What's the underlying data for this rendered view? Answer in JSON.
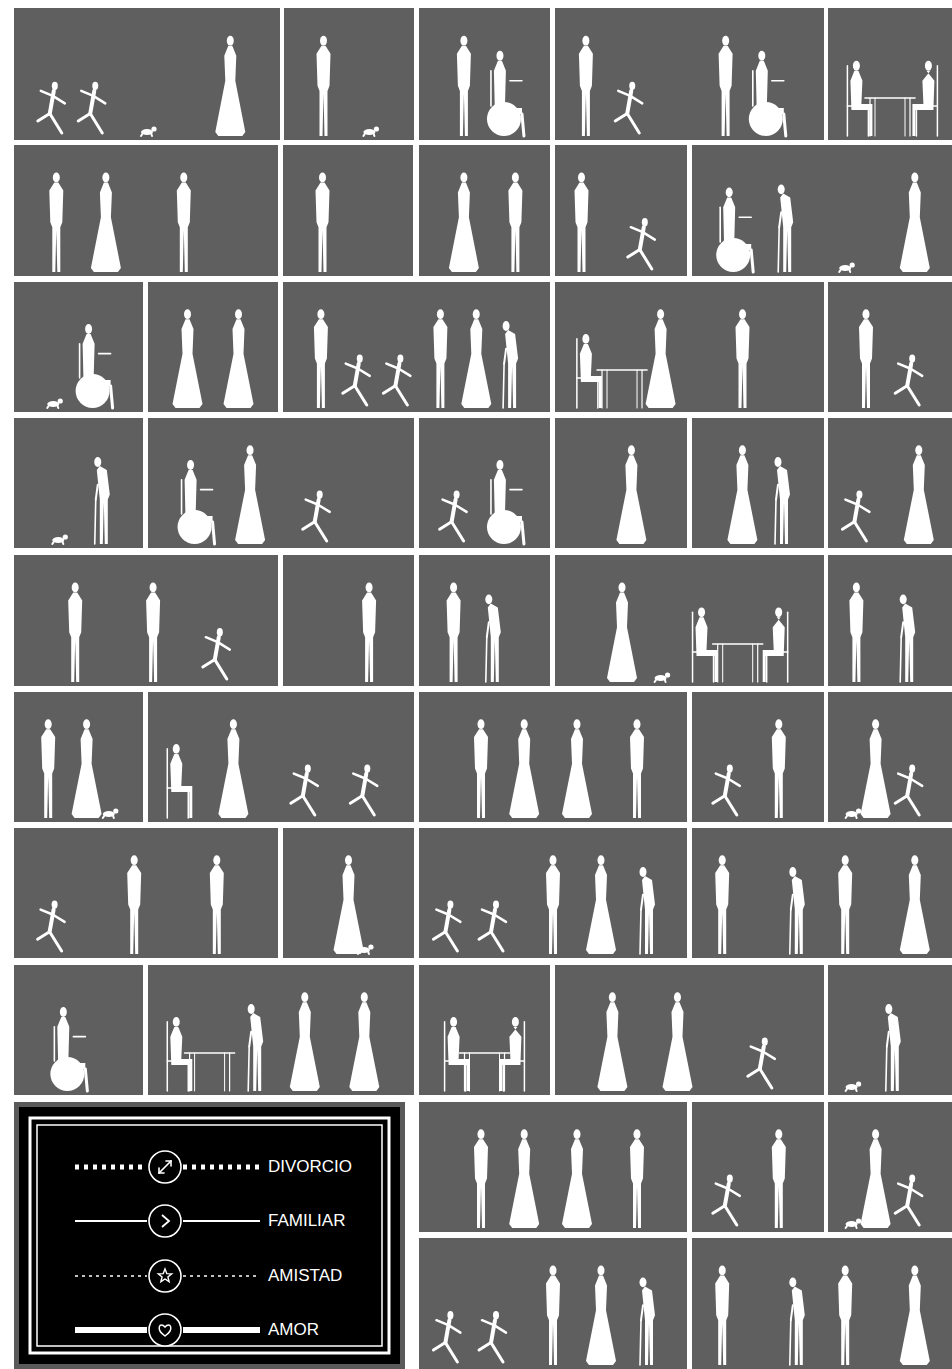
{
  "diagram": {
    "legend": [
      {
        "text": "DIVORCIO"
      },
      {
        "text": "FAMILIAR"
      },
      {
        "text": "AMISTAD"
      },
      {
        "text": "AMOR"
      }
    ]
  }
}
